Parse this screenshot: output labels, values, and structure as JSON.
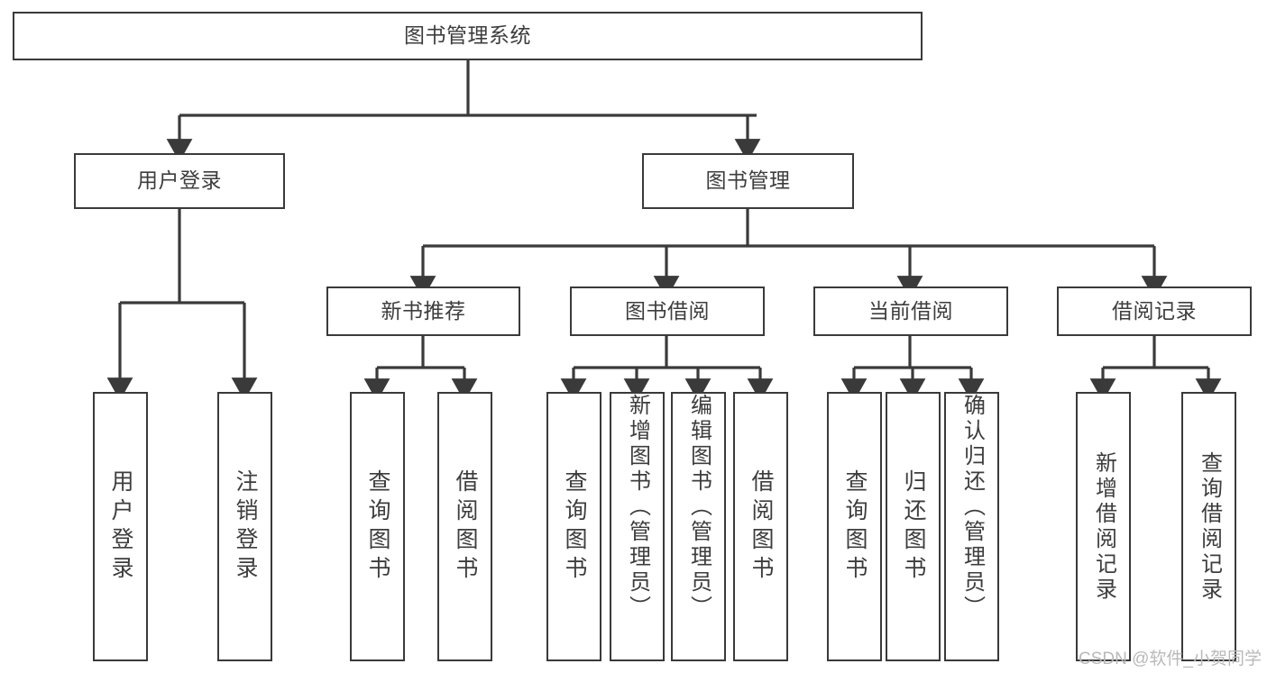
{
  "diagram": {
    "type": "hierarchy-tree",
    "title": "图书管理系统",
    "levels": [
      {
        "level": 1,
        "nodes": [
          {
            "id": "root",
            "label": "图书管理系统",
            "orientation": "horizontal"
          }
        ]
      },
      {
        "level": 2,
        "nodes": [
          {
            "id": "user-login",
            "label": "用户登录",
            "orientation": "horizontal",
            "parent": "root"
          },
          {
            "id": "book-manage",
            "label": "图书管理",
            "orientation": "horizontal",
            "parent": "root"
          }
        ]
      },
      {
        "level": 3,
        "nodes": [
          {
            "id": "new-book-rec",
            "label": "新书推荐",
            "orientation": "horizontal",
            "parent": "book-manage"
          },
          {
            "id": "book-borrow",
            "label": "图书借阅",
            "orientation": "horizontal",
            "parent": "book-manage"
          },
          {
            "id": "current-borrow",
            "label": "当前借阅",
            "orientation": "horizontal",
            "parent": "book-manage"
          },
          {
            "id": "borrow-record",
            "label": "借阅记录",
            "orientation": "horizontal",
            "parent": "book-manage"
          }
        ]
      },
      {
        "level": 4,
        "nodes": [
          {
            "id": "leaf-user-login",
            "label": "用户登录",
            "orientation": "vertical",
            "parent": "user-login"
          },
          {
            "id": "leaf-logout",
            "label": "注销登录",
            "orientation": "vertical",
            "parent": "user-login"
          },
          {
            "id": "leaf-query-book-1",
            "label": "查询图书",
            "orientation": "vertical",
            "parent": "new-book-rec"
          },
          {
            "id": "leaf-borrow-book-1",
            "label": "借阅图书",
            "orientation": "vertical",
            "parent": "new-book-rec"
          },
          {
            "id": "leaf-query-book-2",
            "label": "查询图书",
            "orientation": "vertical",
            "parent": "book-borrow"
          },
          {
            "id": "leaf-add-book",
            "label": "新增图书（管理员）",
            "orientation": "vertical",
            "parent": "book-borrow"
          },
          {
            "id": "leaf-edit-book",
            "label": "编辑图书（管理员）",
            "orientation": "vertical",
            "parent": "book-borrow"
          },
          {
            "id": "leaf-borrow-book-2",
            "label": "借阅图书",
            "orientation": "vertical",
            "parent": "book-borrow"
          },
          {
            "id": "leaf-query-book-3",
            "label": "查询图书",
            "orientation": "vertical",
            "parent": "current-borrow"
          },
          {
            "id": "leaf-return-book",
            "label": "归还图书",
            "orientation": "vertical",
            "parent": "current-borrow"
          },
          {
            "id": "leaf-confirm-return",
            "label": "确认归还（管理员）",
            "orientation": "vertical",
            "parent": "current-borrow"
          },
          {
            "id": "leaf-add-record",
            "label": "新增借阅记录",
            "orientation": "vertical",
            "parent": "borrow-record"
          },
          {
            "id": "leaf-query-record",
            "label": "查询借阅记录",
            "orientation": "vertical",
            "parent": "borrow-record"
          }
        ]
      }
    ],
    "colors": {
      "box_border": "#3a3a3a",
      "box_fill": "#ffffff",
      "text": "#3d3d3d",
      "connector": "#3a3a3a",
      "watermark": "#b9b9b9",
      "background": "#ffffff"
    }
  },
  "watermark": {
    "text": "CSDN @软件_小贺同学"
  }
}
